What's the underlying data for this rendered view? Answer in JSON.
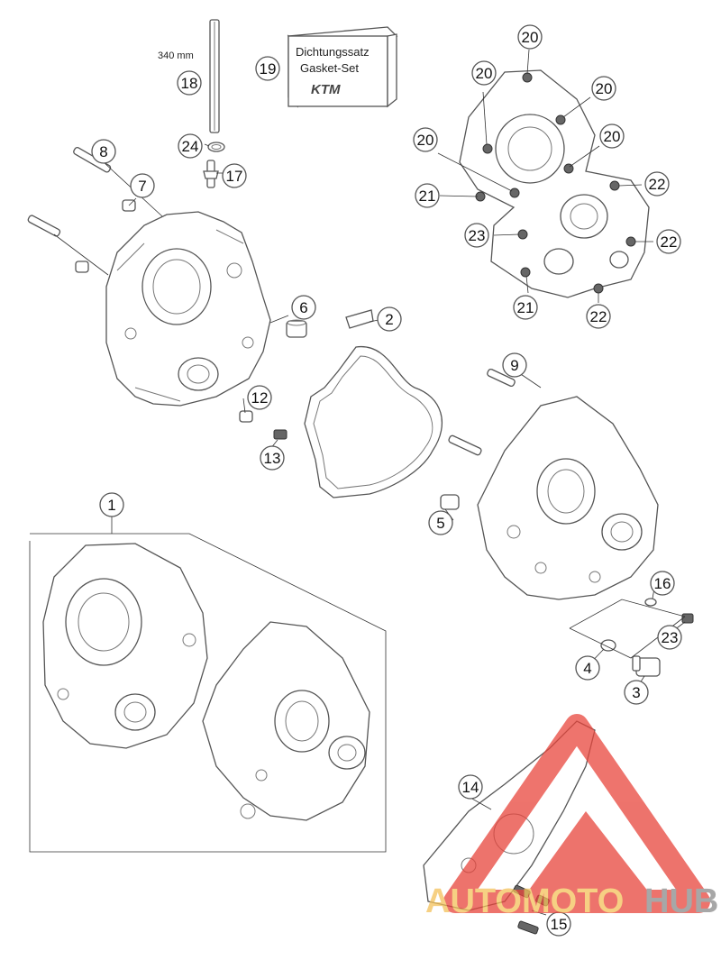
{
  "diagram": {
    "kit_label_line1": "Dichtungssatz",
    "kit_label_line2": "Gasket-Set",
    "kit_logo": "KTM",
    "dimension_label": "340 mm",
    "callouts": {
      "c1": "1",
      "c2": "2",
      "c3": "3",
      "c4": "4",
      "c5": "5",
      "c6": "6",
      "c7": "7",
      "c8": "8",
      "c9": "9",
      "c12": "12",
      "c13": "13",
      "c14": "14",
      "c15": "15",
      "c16": "16",
      "c17": "17",
      "c18": "18",
      "c19": "19",
      "c20a": "20",
      "c20b": "20",
      "c20c": "20",
      "c20d": "20",
      "c20e": "20",
      "c21a": "21",
      "c21b": "21",
      "c22a": "22",
      "c22b": "22",
      "c22c": "22",
      "c23a": "23",
      "c23b": "23",
      "c24": "24"
    }
  },
  "watermark": {
    "word_auto": "AUTOMOTO",
    "word_hub": "HUB",
    "colors": {
      "triangle": "#e8453c",
      "auto": "#f3c15a",
      "hub": "#8a8a8a"
    }
  }
}
